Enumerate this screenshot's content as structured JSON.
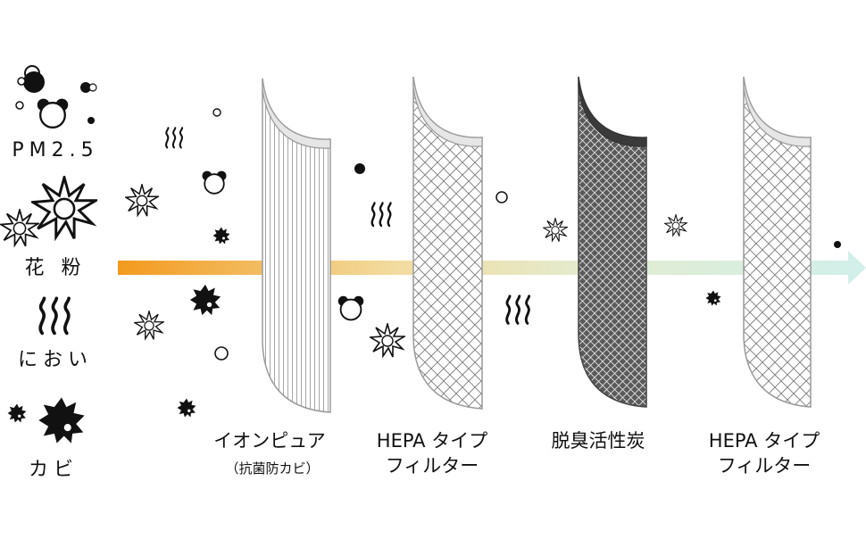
{
  "legend": [
    {
      "label": "PM2.5",
      "icon": "pm25-particles-icon"
    },
    {
      "label": "花 粉",
      "icon": "pollen-icon"
    },
    {
      "label": "におい",
      "icon": "odor-icon"
    },
    {
      "label": "カビ",
      "icon": "mold-icon"
    }
  ],
  "filters": [
    {
      "label_line1": "イオンピュア",
      "label_line2": "",
      "sub": "（抗菌防カビ）",
      "pattern": "vertical-stripes"
    },
    {
      "label_line1": "HEPA タイプ",
      "label_line2": "フィルター",
      "sub": "",
      "pattern": "mesh-light"
    },
    {
      "label_line1": "脱臭活性炭",
      "label_line2": "",
      "sub": "",
      "pattern": "mesh-dark"
    },
    {
      "label_line1": "HEPA タイプ",
      "label_line2": "フィルター",
      "sub": "",
      "pattern": "mesh-light"
    }
  ],
  "colors": {
    "arrow_start": "#f39a1e",
    "arrow_mid": "#f2dfa0",
    "arrow_end": "#d6efe9",
    "filter_dark": "#444444",
    "filter_frame": "#9a9a9a"
  }
}
